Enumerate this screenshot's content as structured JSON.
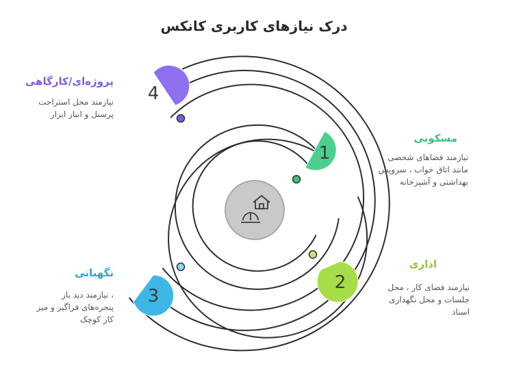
{
  "title": "درک نیازهای کاربری کانکس",
  "items": [
    {
      "number": "1",
      "heading": "مسکونی",
      "desc_lines": [
        "نیازمند فضاهای شخصی",
        "مانند اتاق خواب ، سرویس",
        "بهداشتی و  آشپزخانه"
      ],
      "color": "#4ccf8e",
      "heading_color": "#3cbf7c",
      "dot_color": "#3fbf80"
    },
    {
      "number": "2",
      "heading": "اداری",
      "desc_lines": [
        "نیازمند فضای کار ، محل",
        "جلسات و محل نگهداری",
        "اسناد"
      ],
      "color": "#a7dd49",
      "heading_color": "#8fc33a",
      "dot_color": "#c2e67a"
    },
    {
      "number": "3",
      "heading": "نگهبانی",
      "desc_lines": [
        "، نیازمند دید باز",
        "پنجره‌های فراگیر و میز",
        "کار کوچک"
      ],
      "color": "#3eb6e6",
      "heading_color": "#2ea3d8",
      "dot_color": "#8fd3f0"
    },
    {
      "number": "4",
      "heading": "پروژه‌ای/کارگاهی",
      "desc_lines": [
        "نیازمند محل استراحت",
        "پرسنل و انبار ابزار"
      ],
      "color": "#8e6ff0",
      "heading_color": "#7a5de6",
      "dot_color": "#7a5de6"
    }
  ],
  "center": {
    "icons": [
      "house-icon",
      "hard-hat-icon"
    ]
  }
}
